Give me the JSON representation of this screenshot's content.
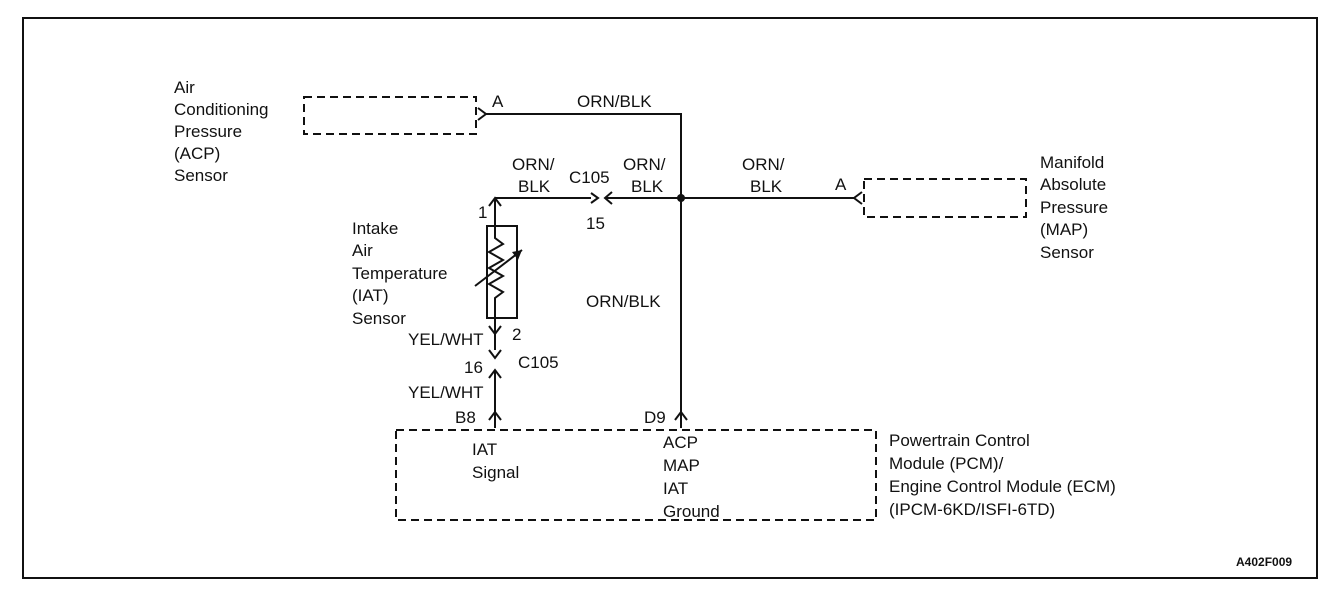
{
  "acp_sensor": {
    "lines": [
      "Air",
      "Conditioning",
      "Pressure",
      "(ACP)",
      "Sensor"
    ],
    "pin": "A"
  },
  "map_sensor": {
    "lines": [
      "Manifold",
      "Absolute",
      "Pressure",
      "(MAP)",
      "Sensor"
    ],
    "pin": "A"
  },
  "iat_sensor": {
    "lines": [
      "Intake",
      "Air",
      "Temperature",
      "(IAT)",
      "Sensor"
    ],
    "pin_top": "1",
    "pin_bottom": "2"
  },
  "wires": {
    "top": "ORN/BLK",
    "iat_to_c105_line1": "ORN/",
    "iat_to_c105_line2": "BLK",
    "c105_to_splice_line1": "ORN/",
    "c105_to_splice_line2": "BLK",
    "splice_to_map_line1": "ORN/",
    "splice_to_map_line2": "BLK",
    "vertical": "ORN/BLK",
    "iat_signal_upper": "YEL/WHT",
    "iat_signal_lower": "YEL/WHT"
  },
  "connectors": {
    "c105_upper_label": "C105",
    "c105_upper_pin": "15",
    "c105_lower_label": "C105",
    "c105_lower_pin": "16"
  },
  "pcm": {
    "pin_left": "B8",
    "pin_right": "D9",
    "left_lines": [
      "IAT",
      "Signal"
    ],
    "right_lines": [
      "ACP",
      "MAP",
      "IAT",
      "Ground"
    ],
    "title_lines": [
      "Powertrain Control",
      "Module (PCM)/",
      "Engine Control Module (ECM)",
      "(IPCM-6KD/ISFI-6TD)"
    ]
  },
  "figure_id": "A402F009"
}
